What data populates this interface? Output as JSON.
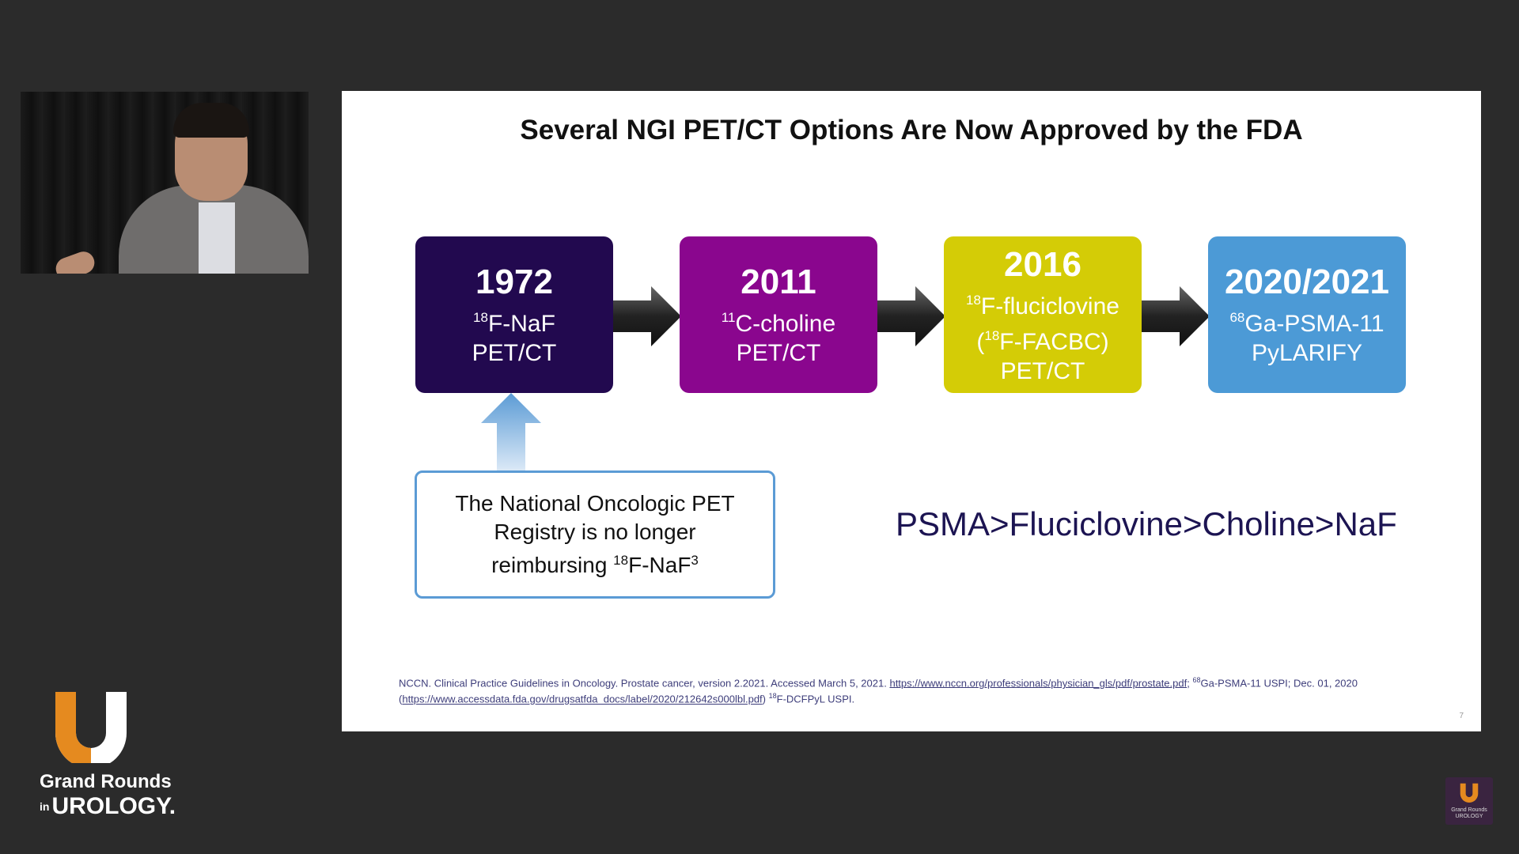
{
  "slide": {
    "title": "Several NGI PET/CT Options Are Now Approved by the FDA",
    "timeline": [
      {
        "year": "1972",
        "iso_sup": "18",
        "line1": "F-NaF",
        "line2": "PET/CT",
        "color": "#22094f"
      },
      {
        "year": "2011",
        "iso_sup": "11",
        "line1": "C-choline",
        "line2": "PET/CT",
        "color": "#8a068e"
      },
      {
        "year": "2016",
        "iso_sup": "18",
        "line1": "F-fluciclovine",
        "line2a": "(",
        "line2_sup": "18",
        "line2b": "F-FACBC)",
        "line3": "PET/CT",
        "color": "#d4cc06"
      },
      {
        "year": "2020/2021",
        "iso_sup": "68",
        "line1": "Ga-PSMA-11",
        "line2": "PyLARIFY",
        "color": "#4c9ad6"
      }
    ],
    "note": {
      "line1": "The National Oncologic PET",
      "line2": "Registry is no longer",
      "line3": "reimbursing",
      "sup1": "18",
      "mid": "F-NaF",
      "sup2": "3"
    },
    "ranking": "PSMA>Fluciclovine>Choline>NaF",
    "footnote": {
      "part1": "NCCN. Clinical Practice Guidelines in Oncology. Prostate cancer, version 2.2021. Accessed March 5, 2021.",
      "link1": "https://www.nccn.org/professionals/physician_gls/pdf/prostate.pdf",
      "sep": ";",
      "sup1": "68",
      "part2": "Ga-PSMA-11 USPI; Dec. 01, 2020",
      "paren_open": "(",
      "link2": "https://www.accessdata.fda.gov/drugsatfda_docs/label/2020/212642s000lbl.pdf",
      "paren_close": ")",
      "sup2": "18",
      "part3": "F-DCFPyL USPI."
    },
    "slide_number": "7"
  },
  "branding": {
    "line1": "Grand Rounds",
    "in": "in",
    "line2": "UROLOGY.",
    "badge_line1": "Grand Rounds",
    "badge_line2": "UROLOGY",
    "accent": "#e58a1f"
  }
}
